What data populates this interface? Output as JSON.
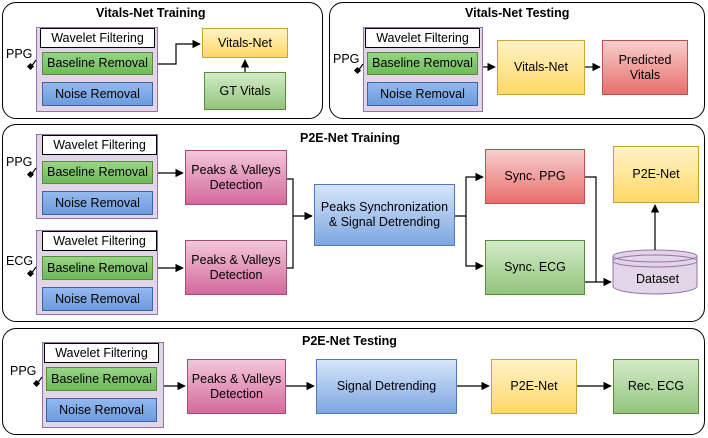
{
  "panels": {
    "vitals_training": "Vitals-Net Training",
    "vitals_testing": "Vitals-Net Testing",
    "p2e_training": "P2E-Net Training",
    "p2e_testing": "P2E-Net Testing"
  },
  "preprocessing": {
    "wavelet_filtering": "Wavelet Filtering",
    "baseline_removal": "Baseline Removal",
    "noise_removal": "Noise Removal"
  },
  "signals": {
    "ppg": "PPG",
    "ecg": "ECG"
  },
  "blocks": {
    "vitals_net": "Vitals-Net",
    "gt_vitals": "GT Vitals",
    "predicted_vitals": [
      "Predicted",
      "Vitals"
    ],
    "peaks_valleys": [
      "Peaks & Valleys",
      "Detection"
    ],
    "peaks_sync": [
      "Peaks Synchronization",
      "& Signal Detrending"
    ],
    "sync_ppg": "Sync. PPG",
    "sync_ecg": "Sync. ECG",
    "p2e_net": "P2E-Net",
    "dataset": "Dataset",
    "signal_detrending": "Signal Detrending",
    "rec_ecg": "Rec. ECG"
  },
  "colors": {
    "baseline_removal": "#82c96e",
    "noise_removal": "#7ea6e0",
    "vitals_net": "#ffd966",
    "gt_vitals": "#93c47d",
    "predicted_vitals": "#e86f6c",
    "peaks_valleys": "#d46a9c",
    "signal_processing": "#7ea6e0",
    "preprocessing_group": "#e1d5e7",
    "dataset": "#e1d5e7"
  }
}
